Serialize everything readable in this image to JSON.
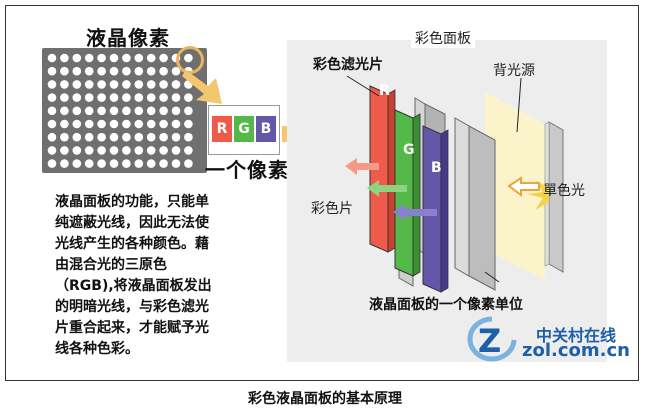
{
  "left": {
    "title": "液晶像素",
    "rgb_labels": [
      "R",
      "G",
      "B"
    ],
    "one_pixel_label": "一个像素",
    "description": [
      "液晶面板的功能，只能单",
      "纯遮蔽光线，因此无法使",
      "光线产生的各种颜色。藉",
      "由混合光的三原色",
      "（RGB),将液晶面板发出",
      "的明暗光线，与彩色滤光",
      "片重合起来，才能赋予光",
      "线各种色彩。"
    ]
  },
  "diagram": {
    "panel_title": "彩色面板",
    "color_filter_label": "彩色滤光片",
    "backlight_label": "背光源",
    "mono_light_label": "單色光",
    "color_sheet_label": "彩色片",
    "pixel_unit_label": "液晶面板的一个像素单位",
    "filters": [
      "R",
      "G",
      "B"
    ]
  },
  "logo": {
    "line1": "中关村在线",
    "line2": "zol.com.cn",
    "mark": "Z"
  },
  "caption": "彩色液晶面板的基本原理",
  "colors": {
    "red": "#ef5a4a",
    "green": "#54b948",
    "blue": "#6456a8",
    "ring": "#e9b55d",
    "arrow": "#f2c76f",
    "logo": "#1d5fa8"
  }
}
